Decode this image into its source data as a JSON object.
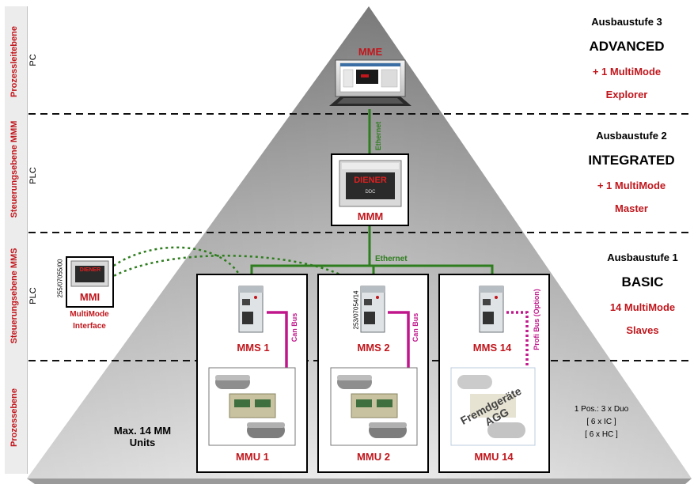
{
  "levels": [
    {
      "label": "Prozessleitebene",
      "tag": "PC"
    },
    {
      "label": "Steuerungsebene MMM",
      "tag": "PLC"
    },
    {
      "label": "Steuerungsebene MMS",
      "tag": "PLC"
    },
    {
      "label": "Prozessebene",
      "tag": ""
    }
  ],
  "stages": [
    {
      "number": "Ausbaustufe 3",
      "name": "ADVANCED",
      "line1": "+ 1 MultiMode",
      "line2": "Explorer"
    },
    {
      "number": "Ausbaustufe 2",
      "name": "INTEGRATED",
      "line1": "+ 1 MultiMode",
      "line2": "Master"
    },
    {
      "number": "Ausbaustufe 1",
      "name": "BASIC",
      "line1": "14 MultiMode",
      "line2": "Slaves"
    }
  ],
  "nodes": {
    "mme": "MME",
    "mmm": "MMM",
    "mmm_logo": "DIENER",
    "mmm_sub": "DDC",
    "mmi": "MMI",
    "mmi_logo": "DIENER",
    "mmi_desc1": "MultiMode",
    "mmi_desc2": "Interface",
    "mmi_code": "255/07055/00",
    "mms": [
      "MMS 1",
      "MMS 2",
      "MMS 14"
    ],
    "mms2_code": "253/07054/14",
    "mmu": [
      "MMU 1",
      "MMU 2",
      "MMU 14"
    ]
  },
  "links": {
    "ethernet_vertical": "Ethernet",
    "ethernet_horizontal": "Ethernet",
    "can_bus": "Can Bus",
    "profi_bus": "Profi Bus (Option)"
  },
  "foreign_devices": {
    "line1": "Fremdgeräte",
    "line2": "AGG"
  },
  "max_units": {
    "line1": "Max. 14 MM",
    "line2": "Units"
  },
  "positions": {
    "line1": "1 Pos.: 3 x Duo",
    "line2": "[ 6 x IC ]",
    "line3": "[ 6 x HC ]"
  },
  "colors": {
    "red": "#c0161c",
    "green": "#2e7d1e",
    "magenta": "#c0168c"
  }
}
